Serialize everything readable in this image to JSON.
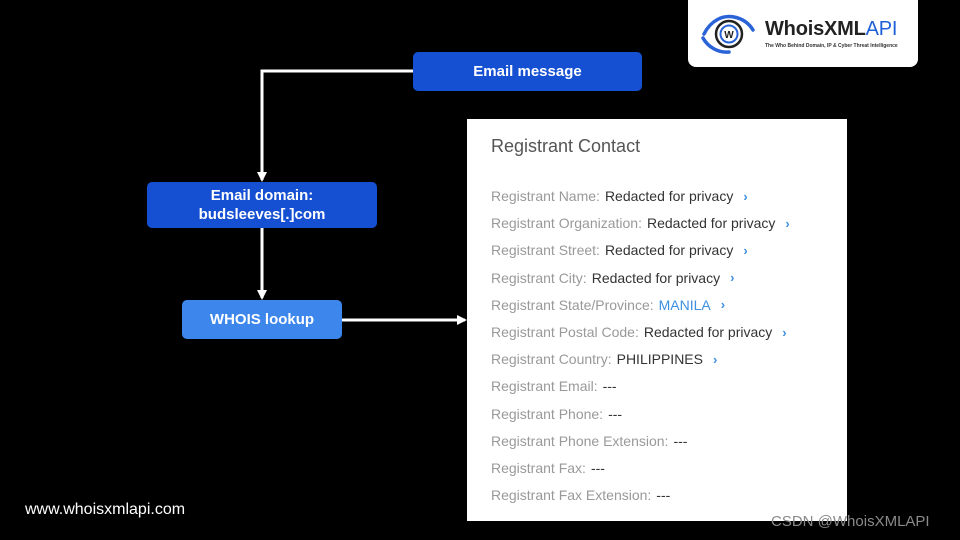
{
  "nodes": {
    "email_message": "Email message",
    "email_domain_line1": "Email domain:",
    "email_domain_line2": "budsleeves[.]com",
    "whois_lookup": "WHOIS lookup"
  },
  "logo": {
    "name_main": "WhoisXML",
    "name_api": "API",
    "tagline": "The Who Behind Domain, IP & Cyber Threat Intelligence"
  },
  "panel": {
    "title": "Registrant Contact",
    "fields": [
      {
        "label": "Registrant Name:",
        "value": "Redacted for privacy",
        "chevron": true,
        "link": false
      },
      {
        "label": "Registrant Organization:",
        "value": "Redacted for privacy",
        "chevron": true,
        "link": false
      },
      {
        "label": "Registrant Street:",
        "value": "Redacted for privacy",
        "chevron": true,
        "link": false
      },
      {
        "label": "Registrant City:",
        "value": "Redacted for privacy",
        "chevron": true,
        "link": false
      },
      {
        "label": "Registrant State/Province:",
        "value": "MANILA",
        "chevron": true,
        "link": true
      },
      {
        "label": "Registrant Postal Code:",
        "value": "Redacted for privacy",
        "chevron": true,
        "link": false
      },
      {
        "label": "Registrant Country:",
        "value": "PHILIPPINES",
        "chevron": true,
        "link": false
      },
      {
        "label": "Registrant Email:",
        "value": "---",
        "chevron": false,
        "link": false
      },
      {
        "label": "Registrant Phone:",
        "value": "---",
        "chevron": false,
        "link": false
      },
      {
        "label": "Registrant Phone Extension:",
        "value": "---",
        "chevron": false,
        "link": false
      },
      {
        "label": "Registrant Fax:",
        "value": "---",
        "chevron": false,
        "link": false
      },
      {
        "label": "Registrant Fax Extension:",
        "value": "---",
        "chevron": false,
        "link": false
      }
    ]
  },
  "footer_url": "www.whoisxmlapi.com",
  "watermark": "CSDN @WhoisXMLAPI",
  "colors": {
    "node_dark": "#1550d2",
    "node_light": "#3c86ec",
    "link_blue": "#3d8fe0"
  }
}
